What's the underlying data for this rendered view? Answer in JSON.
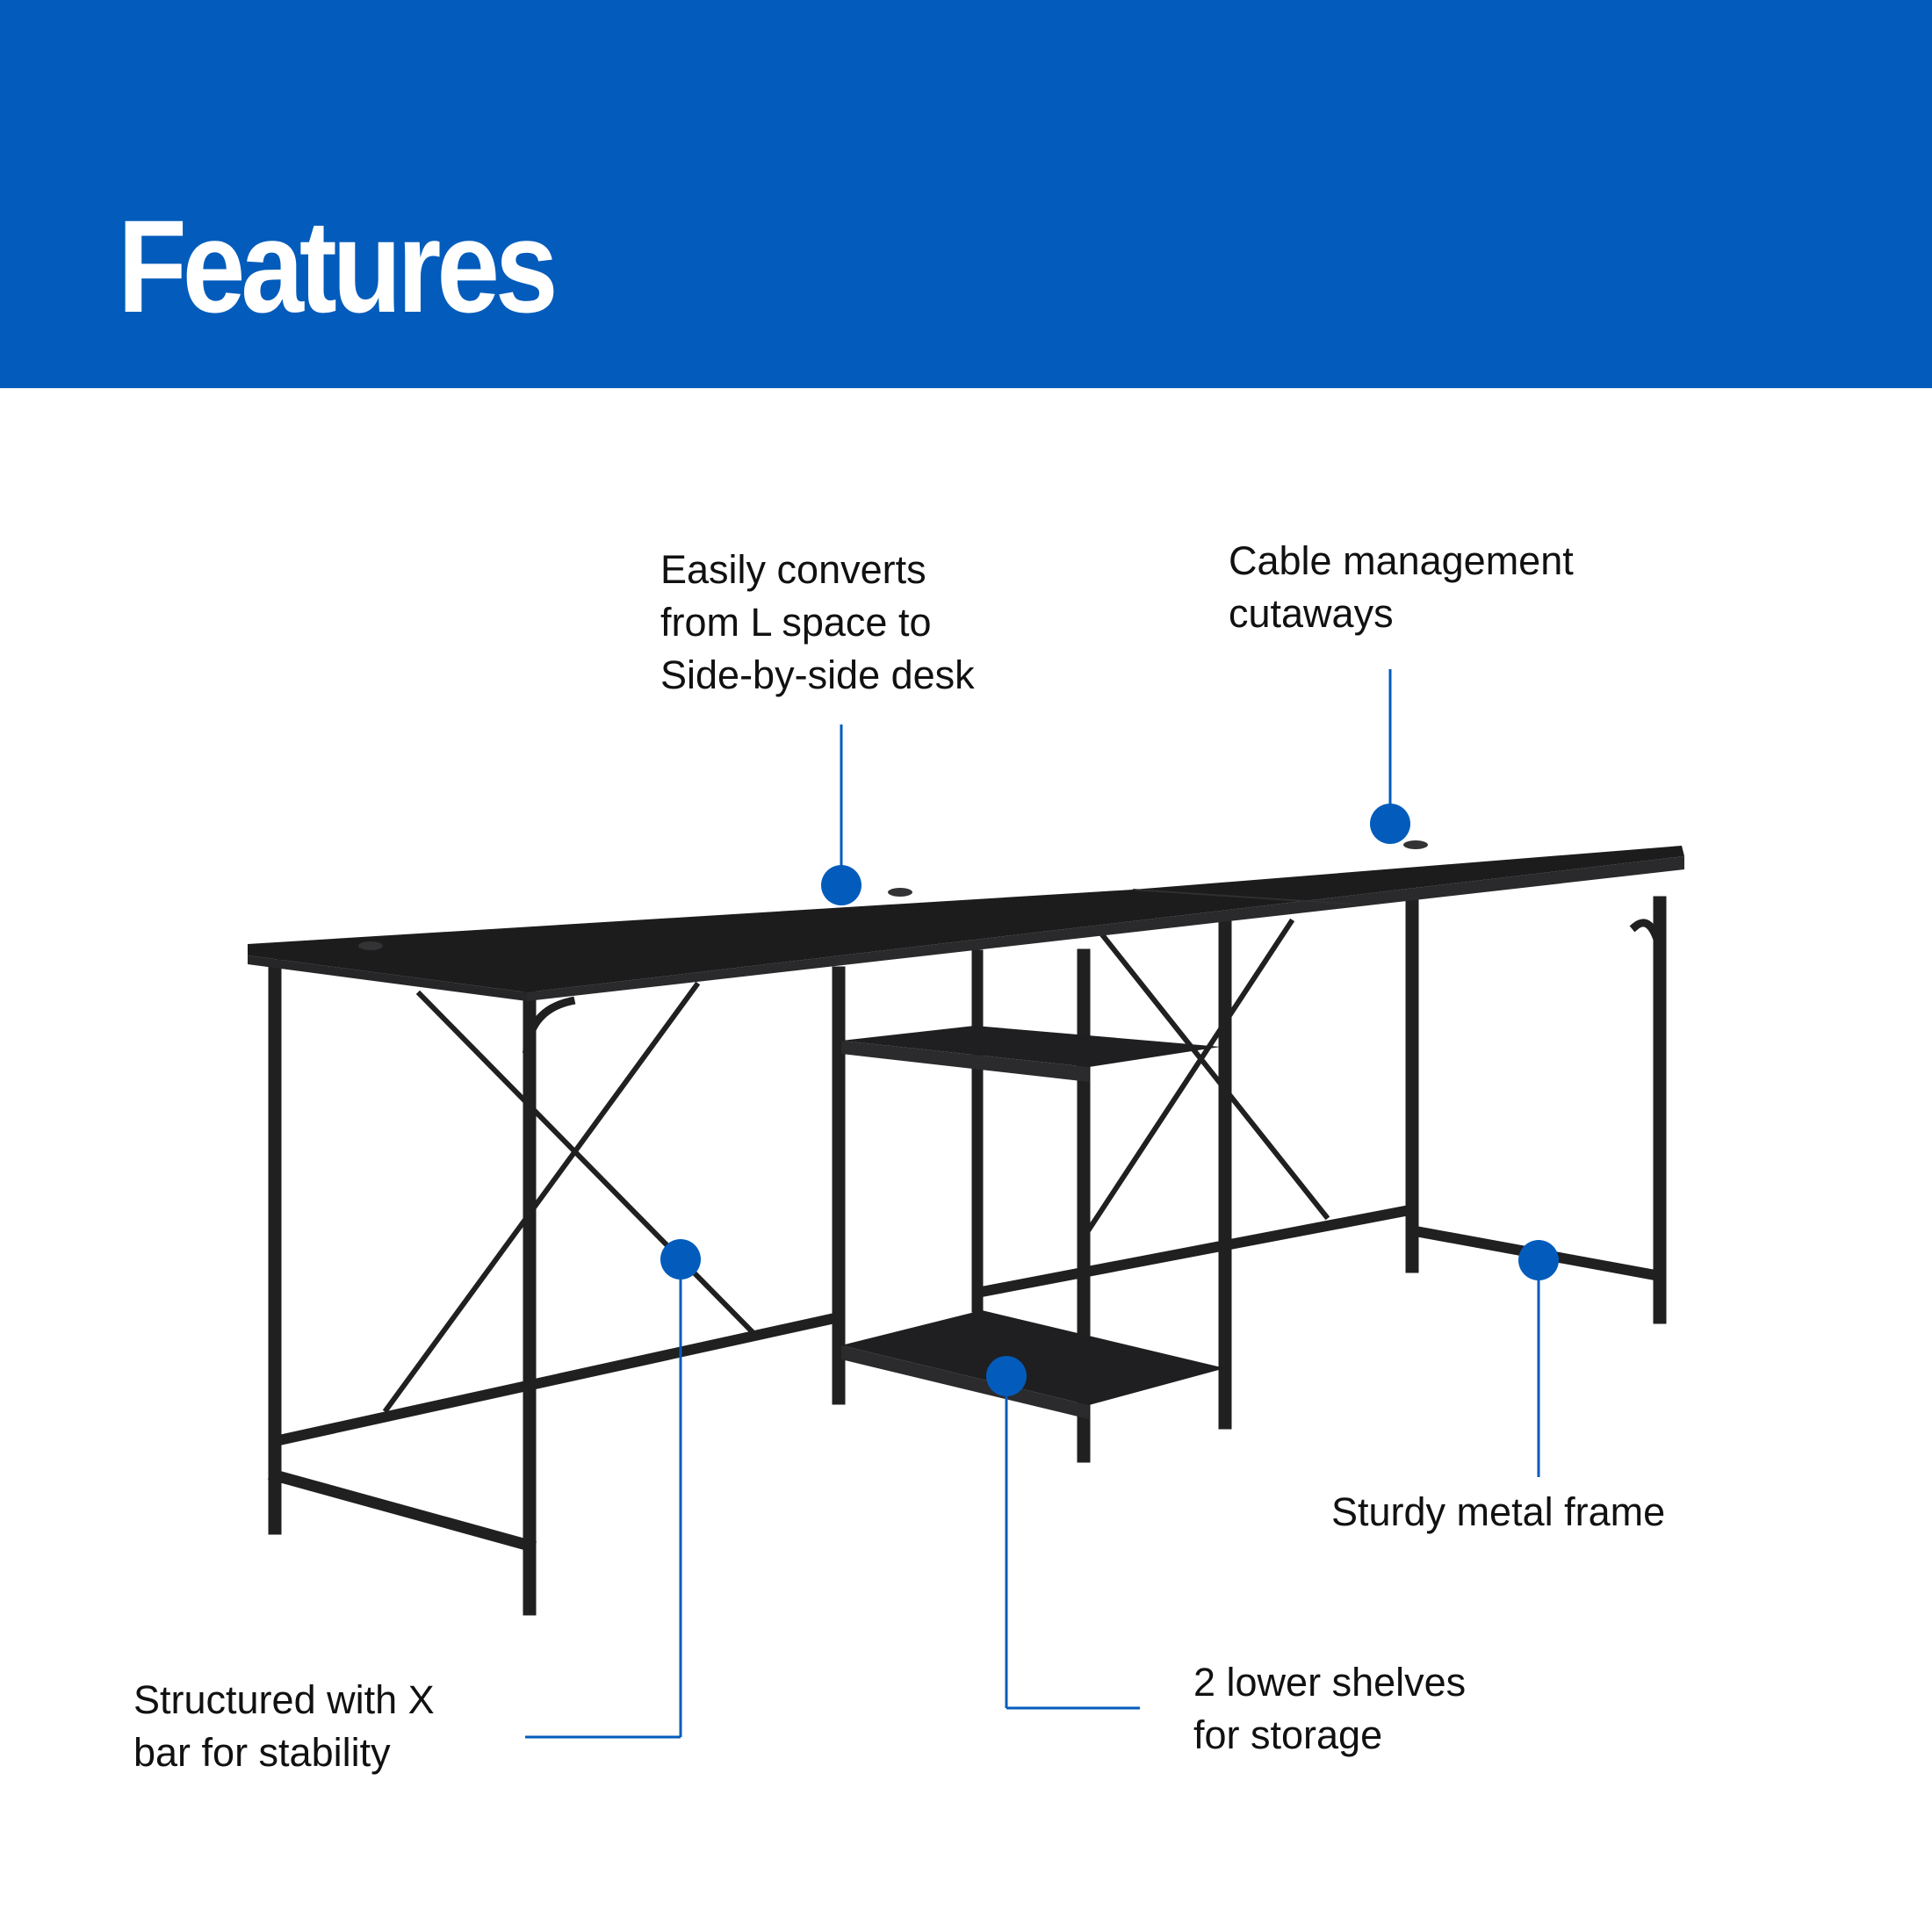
{
  "header": {
    "title": "Features",
    "background": "#035cbb"
  },
  "accent_color": "#035cbb",
  "product": {
    "name": "two-person desk with x-bar frame and shelves",
    "color": "#1c1c1d"
  },
  "callouts": {
    "converts": {
      "lines": [
        "Easily converts",
        "from L space to",
        "Side-by-side desk"
      ]
    },
    "cable": {
      "lines": [
        "Cable management",
        "cutaways"
      ]
    },
    "frame": {
      "lines": [
        "Sturdy metal frame"
      ]
    },
    "xbar": {
      "lines": [
        "Structured with X",
        "bar for stability"
      ]
    },
    "shelves": {
      "lines": [
        "2 lower shelves",
        "for storage"
      ]
    }
  }
}
